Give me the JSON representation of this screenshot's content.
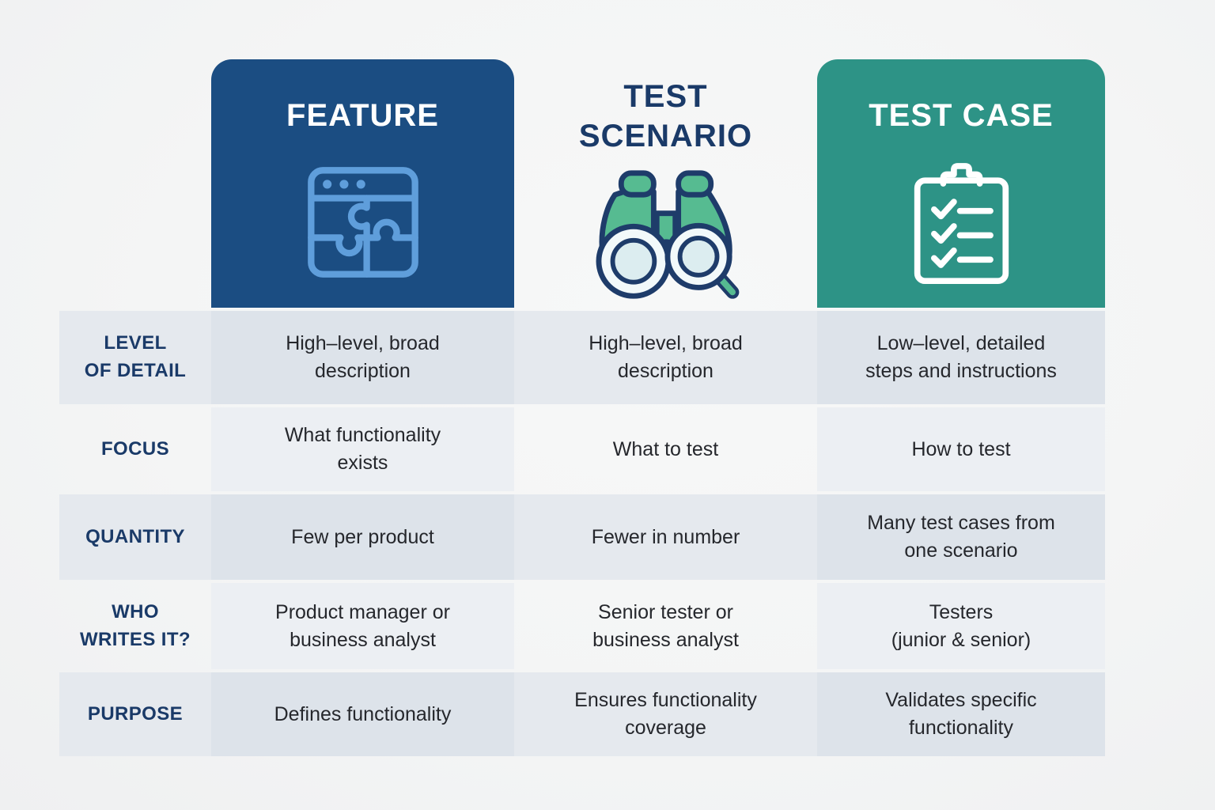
{
  "columns": [
    {
      "title": "FEATURE",
      "icon": "puzzle-window-icon"
    },
    {
      "title": "TEST\nSCENARIO",
      "icon": "binoculars-icon"
    },
    {
      "title": "TEST CASE",
      "icon": "checklist-clipboard-icon"
    }
  ],
  "rows": [
    {
      "label": "LEVEL\nOF DETAIL",
      "cells": [
        "High–level, broad\ndescription",
        "High–level, broad\ndescription",
        "Low–level, detailed\nsteps and instructions"
      ]
    },
    {
      "label": "FOCUS",
      "cells": [
        "What functionality\nexists",
        "What to test",
        "How to test"
      ]
    },
    {
      "label": "QUANTITY",
      "cells": [
        "Few per product",
        "Fewer in number",
        "Many test cases from\none scenario"
      ]
    },
    {
      "label": "WHO\nWRITES IT?",
      "cells": [
        "Product manager or\nbusiness analyst",
        "Senior tester or\nbusiness analyst",
        "Testers\n(junior & senior)"
      ]
    },
    {
      "label": "PURPOSE",
      "cells": [
        "Defines functionality",
        "Ensures functionality\ncoverage",
        "Validates specific\nfunctionality"
      ]
    }
  ],
  "colors": {
    "feature_card": "#1b4d82",
    "test_case_card": "#2d9386",
    "heading_navy": "#1a3a68",
    "body_text": "#25272c",
    "icon_blue": "#5f9edb",
    "icon_green": "#56bb91",
    "icon_navy": "#1e3c6a",
    "lens_light": "#dcedf0",
    "row_band": "#e5e9ee",
    "row_band_column": "#dde3ea",
    "column_tint": "#eceff3",
    "page_background": "#f5f6f6"
  }
}
